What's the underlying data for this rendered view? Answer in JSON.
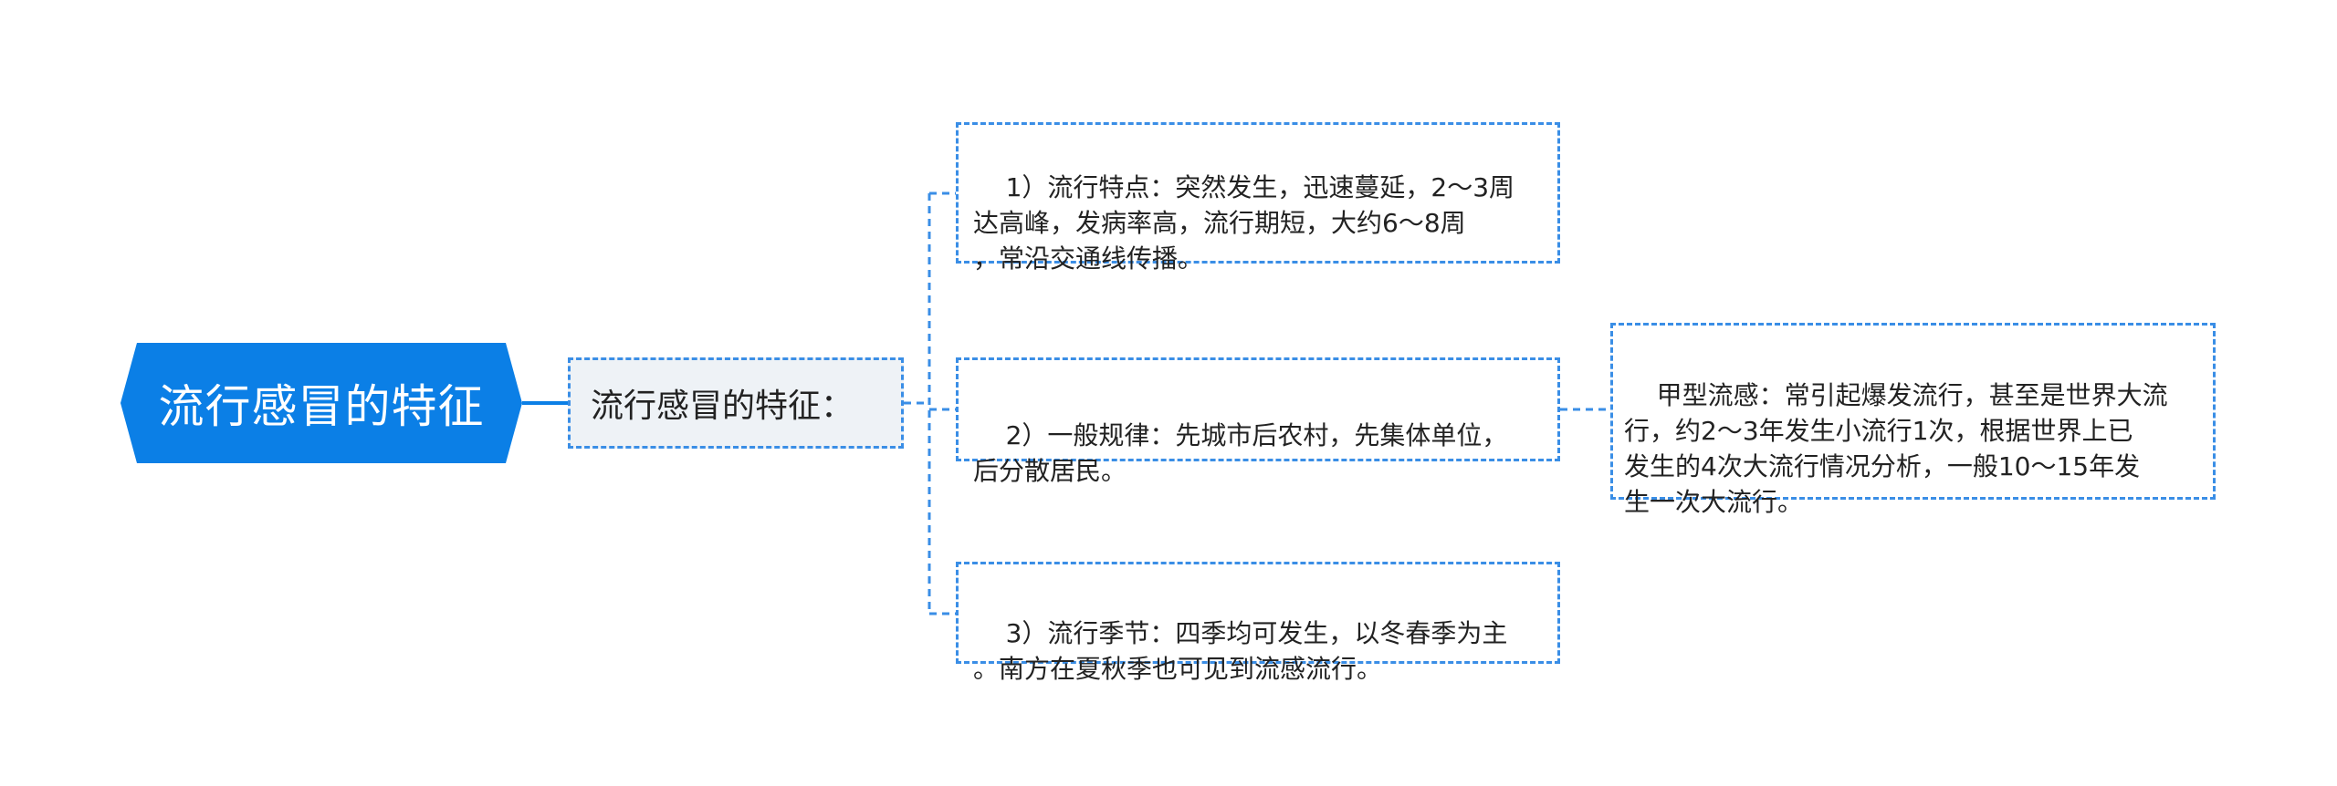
{
  "diagram": {
    "root": {
      "label": "流行感冒的特征"
    },
    "main": {
      "label": "流行感冒的特征："
    },
    "details": [
      {
        "text": "1）流行特点：突然发生，迅速蔓延，2～3周\n达高峰，发病率高，流行期短，大约6～8周\n，常沿交通线传播。"
      },
      {
        "text": "2）一般规律：先城市后农村，先集体单位，\n后分散居民。"
      },
      {
        "text": "3）流行季节：四季均可发生，以冬春季为主\n。南方在夏秋季也可见到流感流行。"
      }
    ],
    "sub_detail": {
      "text": "甲型流感：常引起爆发流行，甚至是世界大流\n行，约2～3年发生小流行1次，根据世界上已\n发生的4次大流行情况分析，一般10～15年发\n生一次大流行。"
    },
    "colors": {
      "root_fill": "#0b7fe6",
      "connector": "#3a8ee6",
      "main_fill": "#eef2f6"
    }
  }
}
